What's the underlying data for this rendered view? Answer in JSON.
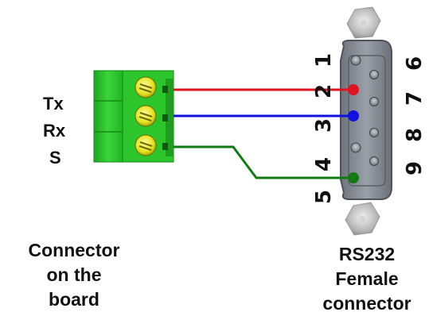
{
  "labels": {
    "tx": "Tx",
    "rx": "Rx",
    "s": "S"
  },
  "left_caption": [
    "Connector",
    "on the",
    "board"
  ],
  "right_caption": [
    "RS232",
    "Female",
    "connector"
  ],
  "pins": [
    "1",
    "2",
    "3",
    "4",
    "5",
    "6",
    "7",
    "8",
    "9"
  ],
  "colors": {
    "tx_wire": "#e0141e",
    "rx_wire": "#1010e0",
    "ground_wire": "#127a12",
    "terminal_block": "#33cc33",
    "screw": "#e8e820",
    "db9_shell": "#7f8590"
  }
}
